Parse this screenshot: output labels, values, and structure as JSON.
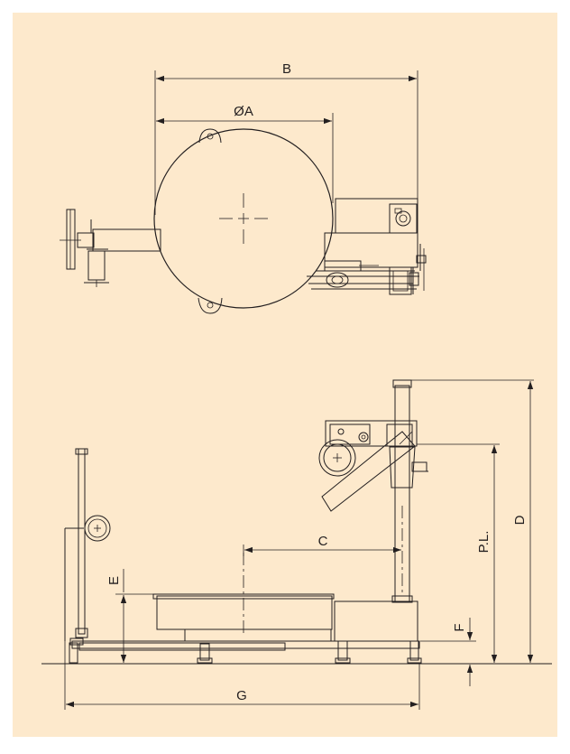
{
  "background_color": "#fde9cc",
  "page_color": "#ffffff",
  "line_color": "#231f20",
  "fill_color": "#fde9cc",
  "dimension_labels": {
    "b": "B",
    "a": "ØA",
    "c": "C",
    "d": "D",
    "e": "E",
    "f": "F",
    "g": "G",
    "pl": "P.L."
  }
}
